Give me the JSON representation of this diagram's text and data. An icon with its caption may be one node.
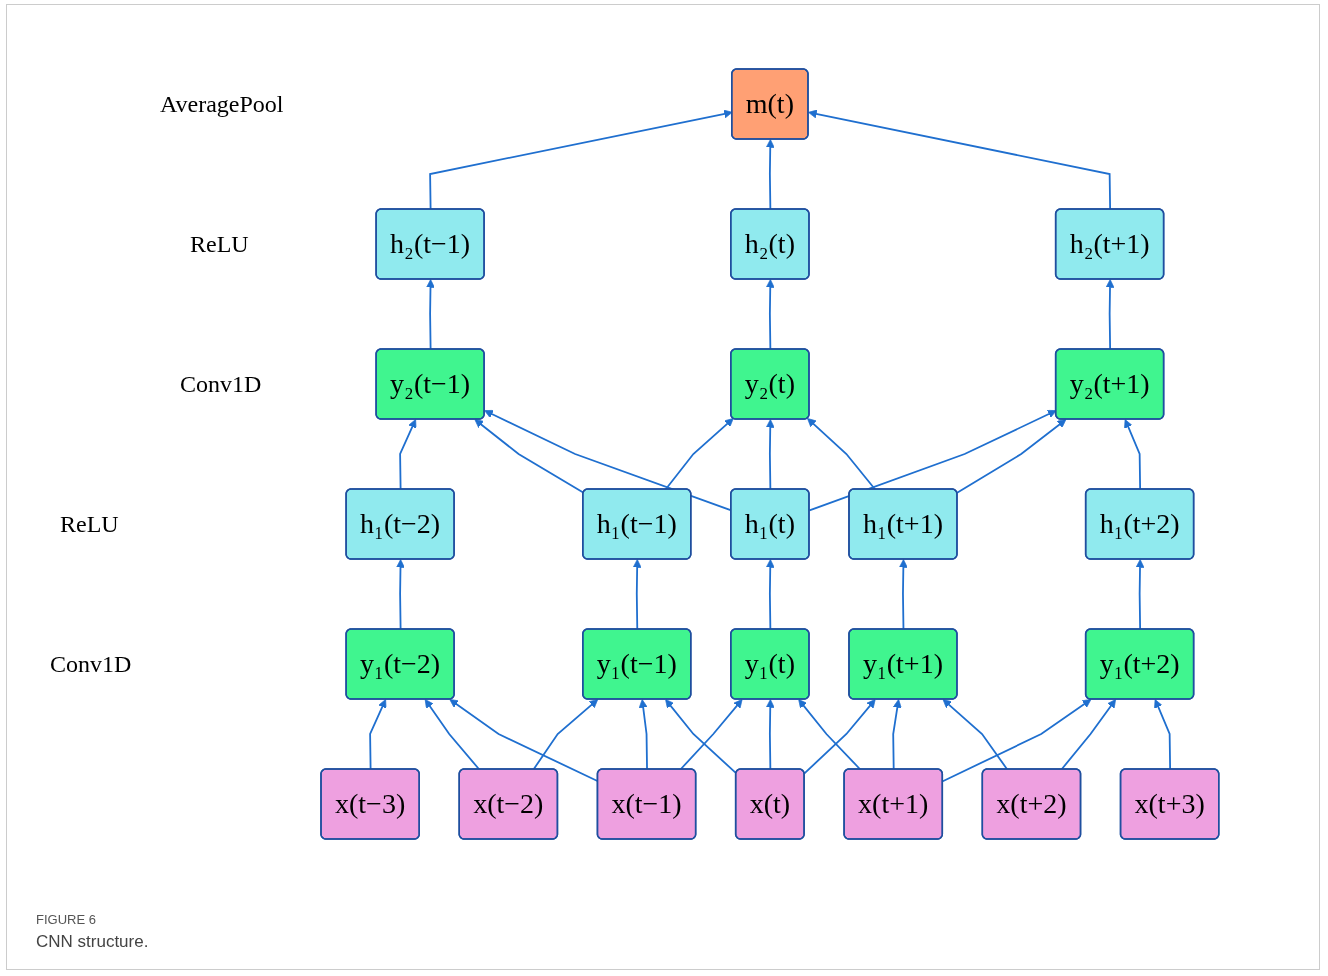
{
  "diagram": {
    "caption": "CNN structure.",
    "nodes": [
      {
        "text": [
          "m(t)"
        ]
      },
      {
        "text": [
          "h₂(t−1)"
        ]
      },
      {
        "text": [
          "h₂(t)"
        ]
      },
      {
        "text": [
          "h₂(t+1)"
        ]
      },
      {
        "text": [
          "y₂(t−1)"
        ]
      },
      {
        "text": [
          "y₂(t)"
        ]
      },
      {
        "text": [
          "y₂(t+1)"
        ]
      },
      {
        "text": [
          "h₁(t−2)"
        ]
      },
      {
        "text": [
          "h₁(t−1)"
        ]
      },
      {
        "text": [
          "h₁(t)"
        ]
      },
      {
        "text": [
          "h₁(t+1)"
        ]
      },
      {
        "text": [
          "h₁(t+2)"
        ]
      },
      {
        "text": [
          "y₁(t−2)"
        ]
      },
      {
        "text": [
          "y₁(t−1)"
        ]
      },
      {
        "text": [
          "y₁(t)"
        ]
      },
      {
        "text": [
          "y₁(t+1)"
        ]
      },
      {
        "text": [
          "y₁(t+2)"
        ]
      },
      {
        "text": [
          "x(t−3)"
        ]
      },
      {
        "text": [
          "x(t−2)"
        ]
      },
      {
        "text": [
          "x(t−1)"
        ]
      },
      {
        "text": [
          "x(t)"
        ]
      },
      {
        "text": [
          "x(t+1)"
        ]
      },
      {
        "text": [
          "x(t+2)"
        ]
      },
      {
        "text": [
          "x(t+3)"
        ]
      }
    ],
    "edges": [
      {
        "from": 17,
        "to": 12,
        "arrow": "to"
      },
      {
        "from": 18,
        "to": 12,
        "arrow": "to"
      },
      {
        "from": 19,
        "to": 12,
        "arrow": "to"
      },
      {
        "from": 18,
        "to": 13,
        "arrow": "to"
      },
      {
        "from": 19,
        "to": 13,
        "arrow": "to"
      },
      {
        "from": 20,
        "to": 13,
        "arrow": "to"
      },
      {
        "from": 19,
        "to": 14,
        "arrow": "to"
      },
      {
        "from": 20,
        "to": 14,
        "arrow": "to"
      },
      {
        "from": 21,
        "to": 14,
        "arrow": "to"
      },
      {
        "from": 20,
        "to": 15,
        "arrow": "to"
      },
      {
        "from": 21,
        "to": 15,
        "arrow": "to"
      },
      {
        "from": 22,
        "to": 15,
        "arrow": "to"
      },
      {
        "from": 21,
        "to": 16,
        "arrow": "to"
      },
      {
        "from": 22,
        "to": 16,
        "arrow": "to"
      },
      {
        "from": 23,
        "to": 16,
        "arrow": "to"
      },
      {
        "from": 12,
        "to": 7,
        "arrow": "to"
      },
      {
        "from": 13,
        "to": 8,
        "arrow": "to"
      },
      {
        "from": 14,
        "to": 9,
        "arrow": "to"
      },
      {
        "from": 15,
        "to": 10,
        "arrow": "to"
      },
      {
        "from": 16,
        "to": 11,
        "arrow": "to"
      },
      {
        "from": 7,
        "to": 4,
        "arrow": "to"
      },
      {
        "from": 8,
        "to": 4,
        "arrow": "to"
      },
      {
        "from": 9,
        "to": 4,
        "arrow": "to"
      },
      {
        "from": 8,
        "to": 5,
        "arrow": "to"
      },
      {
        "from": 9,
        "to": 5,
        "arrow": "to"
      },
      {
        "from": 10,
        "to": 5,
        "arrow": "to"
      },
      {
        "from": 9,
        "to": 6,
        "arrow": "to"
      },
      {
        "from": 10,
        "to": 6,
        "arrow": "to"
      },
      {
        "from": 11,
        "to": 6,
        "arrow": "to"
      },
      {
        "from": 4,
        "to": 1,
        "arrow": "to"
      },
      {
        "from": 5,
        "to": 2,
        "arrow": "to"
      },
      {
        "from": 6,
        "to": 3,
        "arrow": "to"
      },
      {
        "from": 1,
        "to": 0,
        "arrow": "to"
      },
      {
        "from": 2,
        "to": 0,
        "arrow": "to"
      },
      {
        "from": 3,
        "to": 0,
        "arrow": "to"
      }
    ],
    "labels": [
      "AveragePool",
      "ReLU",
      "Conv1D",
      "ReLU",
      "Conv1D",
      "FIGURE 6"
    ]
  }
}
